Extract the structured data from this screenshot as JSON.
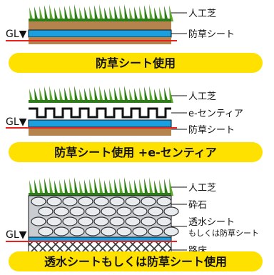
{
  "panel1": {
    "labels": [
      "人工芝",
      "防草シート"
    ],
    "gl": "GL▼",
    "banner": "防草シート使用"
  },
  "panel2": {
    "labels": [
      "人工芝",
      "e-センティア",
      "防草シート"
    ],
    "gl": "GL▼",
    "banner": "防草シート使用 +e-センティア"
  },
  "panel3": {
    "labels": [
      "人工芝",
      "砕石",
      "透水シート",
      "もしくは防草シート",
      "路床"
    ],
    "gl": "GL▼",
    "banner": "透水シートもしくは防草シート使用"
  },
  "colors": {
    "turf": "#5aa82e",
    "turf_dark": "#2f7d1a",
    "soil": "#b5834e",
    "sheet": "#1aa0e0",
    "gl_line": "#e8211c",
    "banner": "#ffe100",
    "gravel": "#c9cdd2",
    "stone": "#e9ecef"
  }
}
